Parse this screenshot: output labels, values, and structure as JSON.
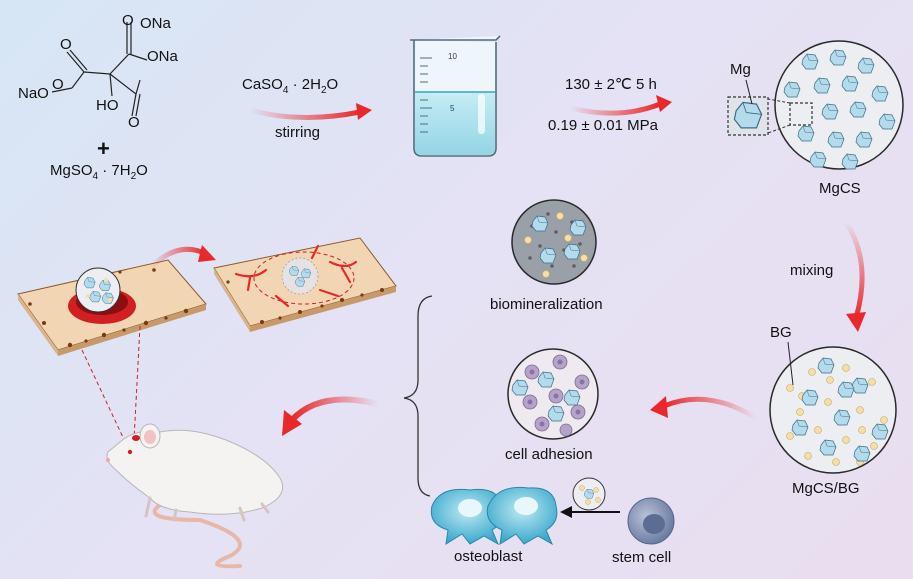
{
  "chemistry": {
    "na1": "ONa",
    "na2": "ONa",
    "nao": "NaO",
    "ho": "HO",
    "plus": "+",
    "mgso4": "MgSO",
    "mgso4_sub": "4",
    "mgso4_rest": " · 7H",
    "mgso4_sub2": "2",
    "mgso4_end": "O"
  },
  "step1": {
    "reagent": "CaSO",
    "reagent_sub": "4",
    "reagent_rest": " · 2H",
    "reagent_sub2": "2",
    "reagent_end": "O",
    "action": "stirring"
  },
  "beaker": {
    "mark10": "10",
    "mark5": "5"
  },
  "step2": {
    "condition1": "130 ± 2℃   5 h",
    "condition2": "0.19 ± 0.01 MPa"
  },
  "mgcs": {
    "mg_label": "Mg",
    "title": "MgCS"
  },
  "mixing": {
    "label": "mixing"
  },
  "mgcsbg": {
    "bg_label": "BG",
    "title": "MgCS/BG"
  },
  "results": {
    "biomineralization": "biomineralization",
    "cell_adhesion": "cell adhesion",
    "osteoblast": "osteoblast",
    "stem_cell": "stem cell"
  },
  "colors": {
    "arrow": "#e8282a",
    "crystal": "#a9d3e6",
    "bg_particle": "#f1dba0",
    "bone": "#f2d6b3",
    "osteoblast": "#4ab8d8",
    "stem_cell": "#7f8fb0"
  }
}
